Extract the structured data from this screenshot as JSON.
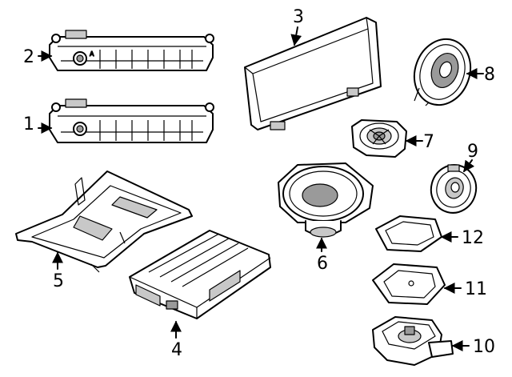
{
  "callouts": {
    "c1": "1",
    "c2": "2",
    "c3": "3",
    "c4": "4",
    "c5": "5",
    "c6": "6",
    "c7": "7",
    "c8": "8",
    "c9": "9",
    "c10": "10",
    "c11": "11",
    "c12": "12"
  },
  "radio_panel_button_text": "A"
}
